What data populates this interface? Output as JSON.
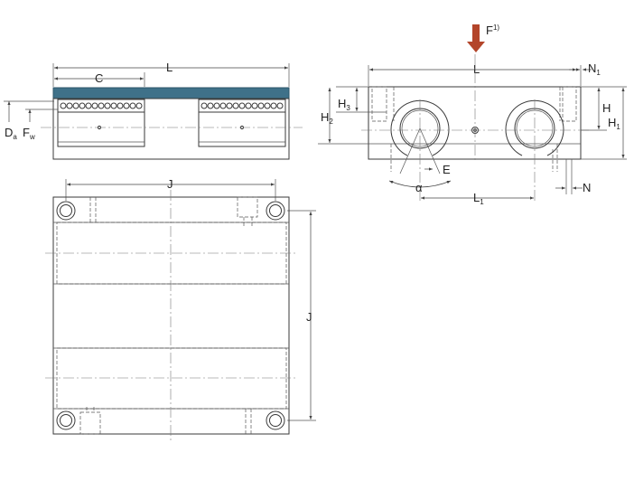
{
  "colors": {
    "housing_band": "#3f7189",
    "housing_band_edge": "#2e5669",
    "load_arrow": "#b3452a",
    "line": "#3a3a3a"
  },
  "labels": {
    "c": "C",
    "l": "L",
    "l_top": "L",
    "n1": "N",
    "n1_sub": "1",
    "h": "H",
    "h1": "H",
    "h1_sub": "1",
    "h2": "H",
    "h2_sub": "2",
    "h3": "H",
    "h3_sub": "3",
    "da": "D",
    "da_sub": "a",
    "fw": "F",
    "fw_sub": "w",
    "e": "E",
    "alpha": "α",
    "l1": "L",
    "l1_sub": "1",
    "n": "N",
    "j_top": "J",
    "j_right": "J",
    "f": "F",
    "f_sup": "1)"
  }
}
